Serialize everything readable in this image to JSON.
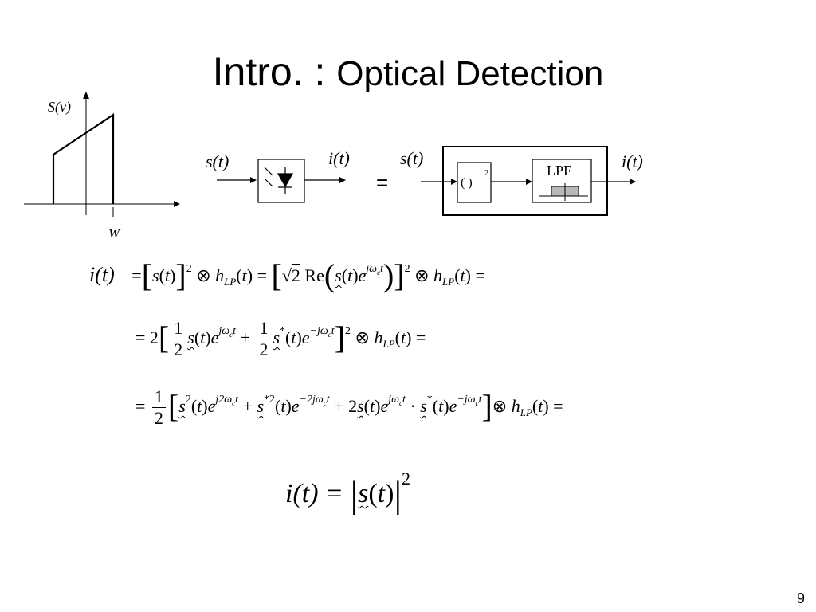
{
  "slide": {
    "title_main": "Intro. : ",
    "title_sub": "Optical Detection",
    "page_number": "9"
  },
  "spectrum": {
    "y_label": "S(ν)",
    "x_label": "W"
  },
  "block_diagram": {
    "left_input": "s(t)",
    "left_output": "i(t)",
    "equals": "=",
    "right_input": "s(t)",
    "square_label": "( )",
    "square_exp": "2",
    "lpf_label": "LPF",
    "right_output": "i(t)"
  },
  "equations": {
    "eq1_lhs": "i(t)",
    "result_lhs": "i(t) =",
    "result_exp": "2"
  }
}
